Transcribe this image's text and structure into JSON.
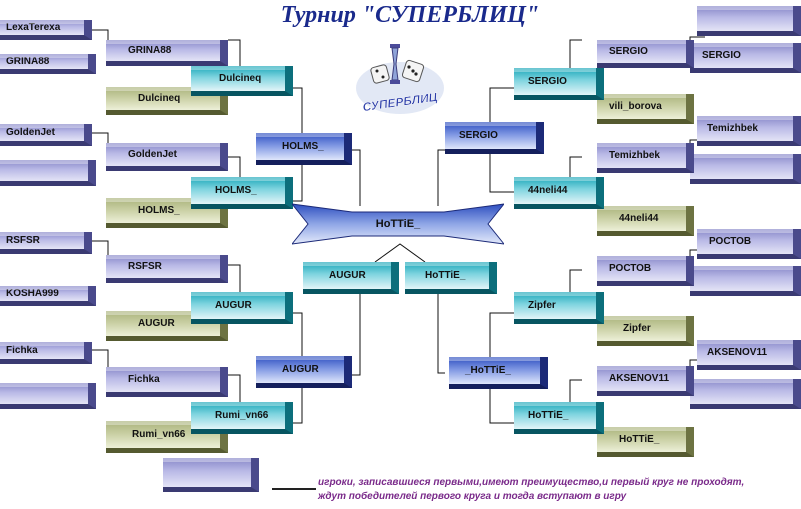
{
  "title": "Турнир \"СУПЕРБЛИЦ\"",
  "logo_text": "СУПЕРБЛИЦ",
  "colors": {
    "lavender": "#b9b9e6",
    "blue": "#4a6ad0",
    "cyan": "#5cc6d4",
    "olive": "#c7cd9e",
    "title": "#1a2a8c",
    "note": "#7a2a8a"
  },
  "left": {
    "r1": [
      "LexaTerexa",
      "GRINA88",
      "GoldenJet",
      "",
      "RSFSR",
      "KOSHA999",
      "Fichka",
      ""
    ],
    "r2": [
      "GRINA88",
      "Dulcineq",
      "GoldenJet",
      "HOLMS_",
      "RSFSR",
      "AUGUR",
      "Fichka",
      "Rumi_vn66"
    ],
    "r3": [
      "Dulcineq",
      "HOLMS_",
      "AUGUR",
      "Rumi_vn66"
    ],
    "r4": [
      "HOLMS_",
      "AUGUR"
    ],
    "extra": ""
  },
  "right": {
    "r1": [
      "",
      "SERGIO",
      "Temizhbek",
      "",
      "РОСТОВ",
      "",
      "AKSENOV11",
      ""
    ],
    "r2": [
      "SERGIO",
      "vili_borova",
      "Temizhbek",
      "44neli44",
      "РОСТОВ",
      "Zipfer",
      "AKSENOV11",
      "HoTTiE_"
    ],
    "r3": [
      "SERGIO",
      "44neli44",
      "Zipfer",
      "HoTTiE_"
    ],
    "r4": [
      "SERGIO",
      "_HoTTiE_"
    ]
  },
  "semi": {
    "left": "AUGUR",
    "right": "HoTTiE_"
  },
  "final": "HoTTiE_",
  "note": {
    "line1": "игроки, записавшиеся первыми,имеют преимущество,и первый круг не проходят,",
    "line2": "ждут победителей первого круга и тогда вступают в игру"
  }
}
